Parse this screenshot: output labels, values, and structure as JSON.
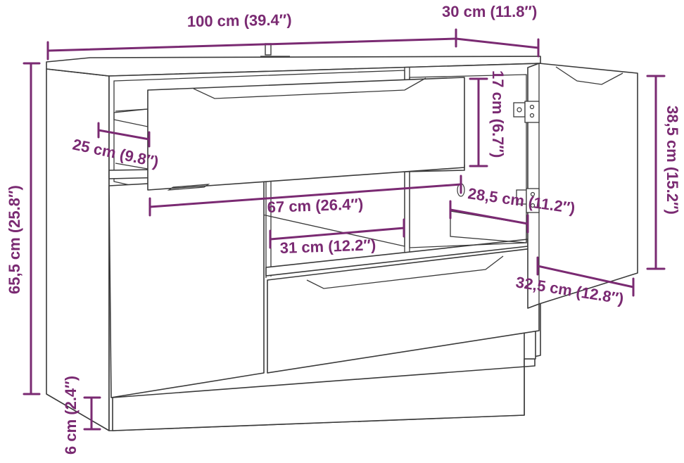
{
  "colors": {
    "dimension_line": "#7a2a72",
    "furniture_outline": "#3a3a3a",
    "background": "#ffffff"
  },
  "icons": {
    "hinge": "hinge-icon",
    "cable_port": "cable-port-icon"
  },
  "dimensions": {
    "overall_width": "100 cm (39.4″)",
    "overall_depth": "30 cm (11.8″)",
    "overall_height": "65,5 cm (25.8″)",
    "leg_height": "6 cm (2.4″)",
    "drawer_depth": "25 cm (9.8″)",
    "drawer_width": "67 cm (26.4″)",
    "drawer_height": "17 cm (6.7″)",
    "compartment_width": "31 cm (12.2″)",
    "shelf_depth": "28,5 cm (11.2″)",
    "door_height": "38,5 cm (15.2″)",
    "door_width": "32,5 cm (12.8″)"
  }
}
